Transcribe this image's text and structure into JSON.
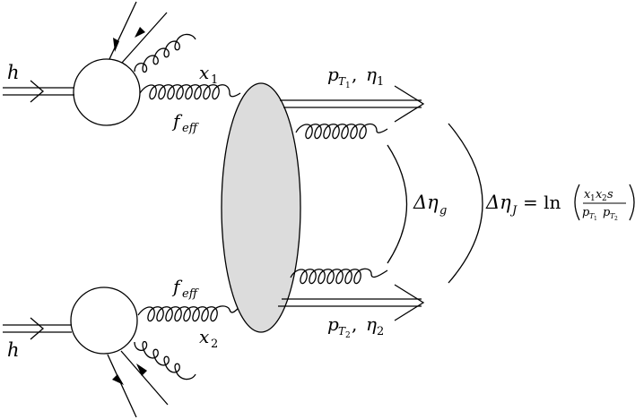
{
  "labels": {
    "hadron_top": "h",
    "hadron_bottom": "h",
    "x1": "x",
    "x1_sub": "1",
    "x2": "x",
    "x2_sub": "2",
    "f_top": "f",
    "f_top_sub": "eff",
    "f_bottom": "f",
    "f_bottom_sub": "eff",
    "jet1_p": "p",
    "jet1_sub": "T",
    "jet1_subsub": "1",
    "jet1_sep": ",",
    "jet1_eta": "η",
    "jet1_eta_sub": "1",
    "jet2_p": "p",
    "jet2_sub": "T",
    "jet2_subsub": "2",
    "jet2_sep": ",",
    "jet2_eta": "η",
    "jet2_eta_sub": "2",
    "delta_g": "Δη",
    "delta_g_sub": "g",
    "delta_J": "Δη",
    "delta_J_sub": "J",
    "delta_J_eq": "= ln",
    "frac_num_x1": "x",
    "frac_num_x1_sub": "1",
    "frac_num_x2": "x",
    "frac_num_x2_sub": "2",
    "frac_num_s": "s",
    "frac_den_p1": "p",
    "frac_den_p1_sub": "T",
    "frac_den_p1_subsub": "1",
    "frac_den_p2": "p",
    "frac_den_p2_sub": "T",
    "frac_den_p2_subsub": "2"
  },
  "colors": {
    "blob_fill": "#dcdcdc",
    "line": "#000000"
  }
}
